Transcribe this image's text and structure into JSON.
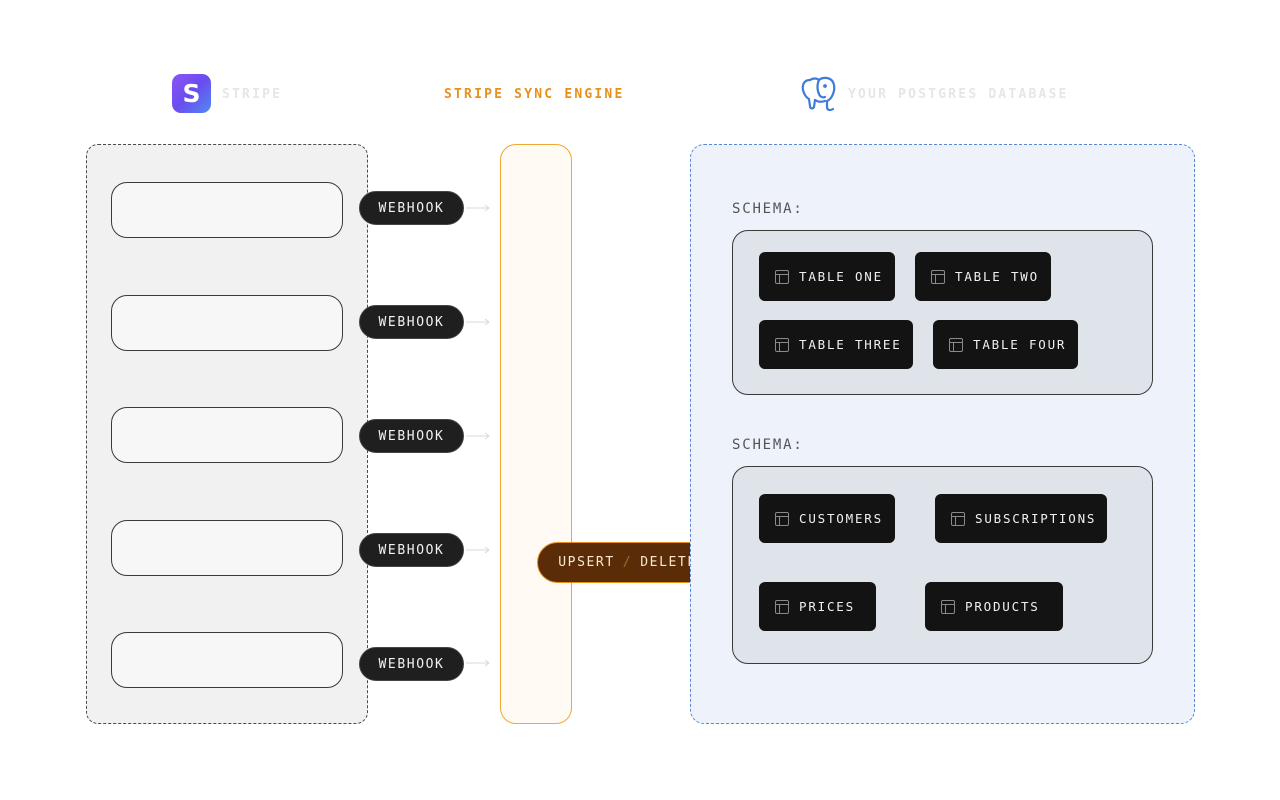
{
  "header": {
    "stripe_logo_letter": "S",
    "stripe_label": "STRIPE",
    "engine_label": "STRIPE SYNC ENGINE",
    "postgres_label": "YOUR POSTGRES DATABASE"
  },
  "stripe_events": [
    "",
    "",
    "",
    "",
    ""
  ],
  "webhooks": [
    "WEBHOOK",
    "WEBHOOK",
    "WEBHOOK",
    "WEBHOOK",
    "WEBHOOK"
  ],
  "engine": {
    "action_left": "UPSERT",
    "action_sep": "/",
    "action_right": "DELETE"
  },
  "schemas": [
    {
      "label": "SCHEMA:",
      "name": "",
      "tables": [
        "TABLE ONE",
        "TABLE TWO",
        "TABLE THREE",
        "TABLE FOUR"
      ]
    },
    {
      "label": "SCHEMA:",
      "name": "",
      "tables": [
        "CUSTOMERS",
        "SUBSCRIPTIONS",
        "PRICES",
        "PRODUCTS"
      ]
    }
  ],
  "colors": {
    "engine_accent": "#e8901c",
    "postgres_accent": "#5a86d8",
    "table_bg": "#131313"
  }
}
